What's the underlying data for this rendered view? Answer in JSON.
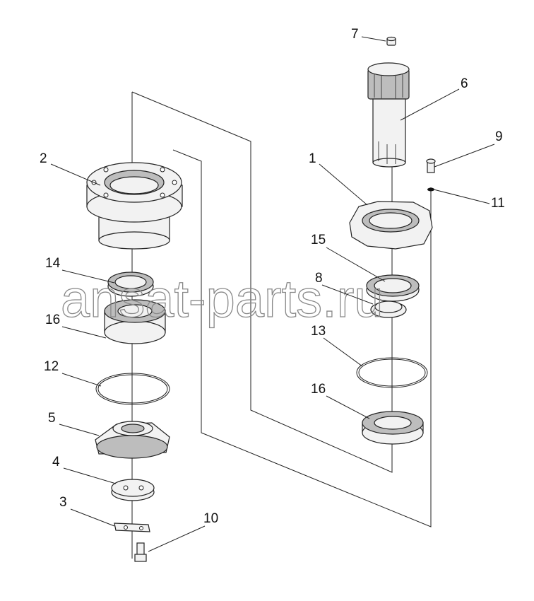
{
  "diagram": {
    "title": "Exploded parts view",
    "watermark": "ansat-parts.ru",
    "callouts": [
      "7",
      "6",
      "9",
      "11",
      "1",
      "15",
      "8",
      "13",
      "16",
      "2",
      "14",
      "16",
      "12",
      "5",
      "4",
      "3",
      "10"
    ]
  }
}
